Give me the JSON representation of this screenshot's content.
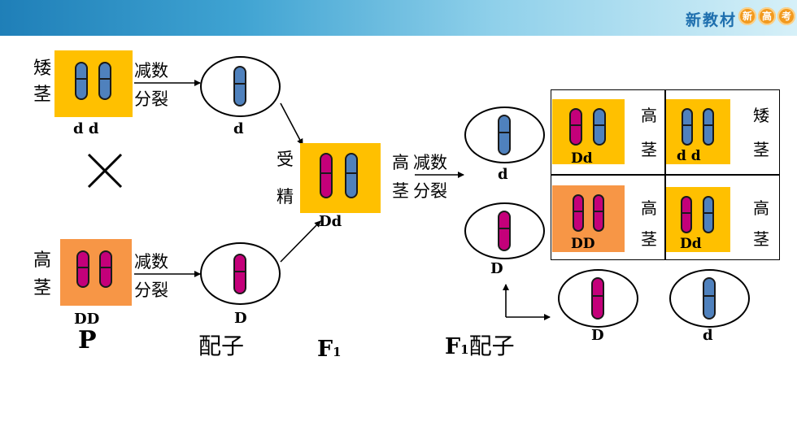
{
  "header": {
    "brand": "新教材",
    "badges": [
      "新",
      "高",
      "考"
    ]
  },
  "parents": {
    "dwarf": {
      "side_label_1": "矮",
      "side_label_2": "茎",
      "genotype": "d d",
      "division_1": "减数",
      "division_2": "分裂"
    },
    "tall": {
      "side_label_1": "高",
      "side_label_2": "茎",
      "genotype": "DD",
      "division_1": "减数",
      "division_2": "分裂"
    },
    "cross_symbol": "×"
  },
  "gametes": {
    "dwarf": "d",
    "tall": "D"
  },
  "fertilization": {
    "label_1": "受",
    "label_2": "精"
  },
  "f1": {
    "genotype": "Dd",
    "trait_1": "高",
    "trait_2": "茎",
    "division_1": "减数",
    "division_2": "分裂"
  },
  "f1_gametes": {
    "top": "d",
    "bottom": "D"
  },
  "punnett": {
    "cells": [
      {
        "genotype": "Dd",
        "trait_1": "高",
        "trait_2": "茎"
      },
      {
        "genotype": "d d",
        "trait_1": "矮",
        "trait_2": "茎"
      },
      {
        "genotype": "DD",
        "trait_1": "高",
        "trait_2": "茎"
      },
      {
        "genotype": "Dd",
        "trait_1": "高",
        "trait_2": "茎"
      }
    ],
    "bottom_gametes": [
      "D",
      "d"
    ]
  },
  "stage_labels": {
    "p": "P",
    "gamete": "配子",
    "f1_main": "F",
    "f1_sub": "1",
    "f1g_main": "F",
    "f1g_sub": "1",
    "f1g_rest": "配子"
  }
}
